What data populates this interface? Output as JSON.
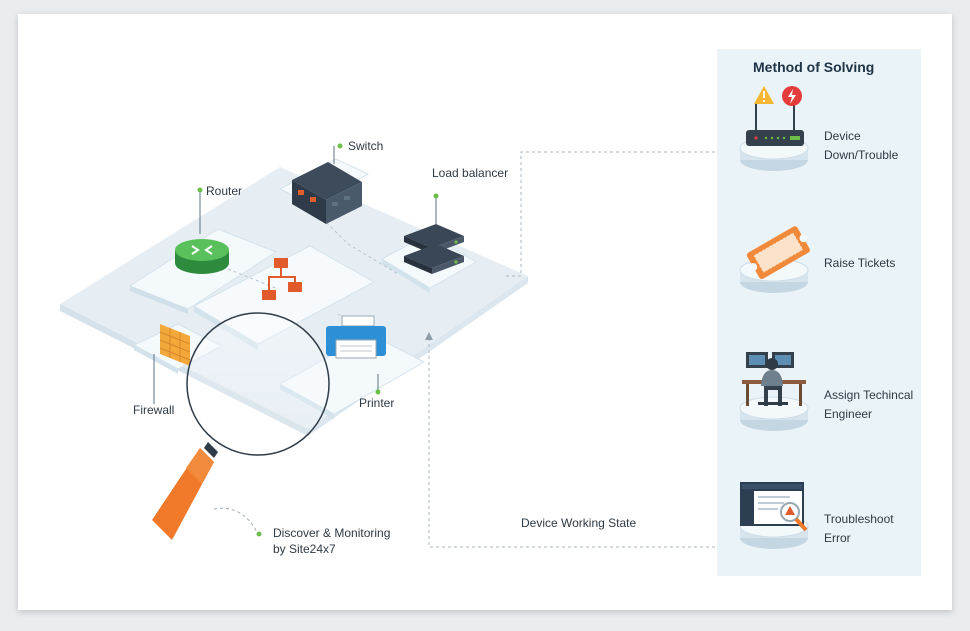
{
  "devices": {
    "switch": "Switch",
    "router": "Router",
    "load_balancer": "Load balancer",
    "firewall": "Firewall",
    "printer": "Printer"
  },
  "monitor_note": [
    "Discover & Monitoring",
    "by Site24x7"
  ],
  "working_state": "Device Working State",
  "panel": {
    "title": "Method of Solving",
    "steps": [
      {
        "line1": "Device",
        "line2": "Down/Trouble",
        "icon": "router-alert-icon"
      },
      {
        "line1": "Raise Tickets",
        "line2": "",
        "icon": "ticket-icon"
      },
      {
        "line1": "Assign Techincal",
        "line2": "Engineer",
        "icon": "engineer-icon"
      },
      {
        "line1": "Troubleshoot",
        "line2": "Error",
        "icon": "troubleshoot-window-icon"
      }
    ]
  },
  "colors": {
    "panel_bg": "#eaf3f7",
    "platform": "#e8f1f7",
    "accent_green": "#6cc04a",
    "magnifier_orange": "#f07a2a",
    "router_green": "#4caf50",
    "network_red": "#e05a2b"
  }
}
